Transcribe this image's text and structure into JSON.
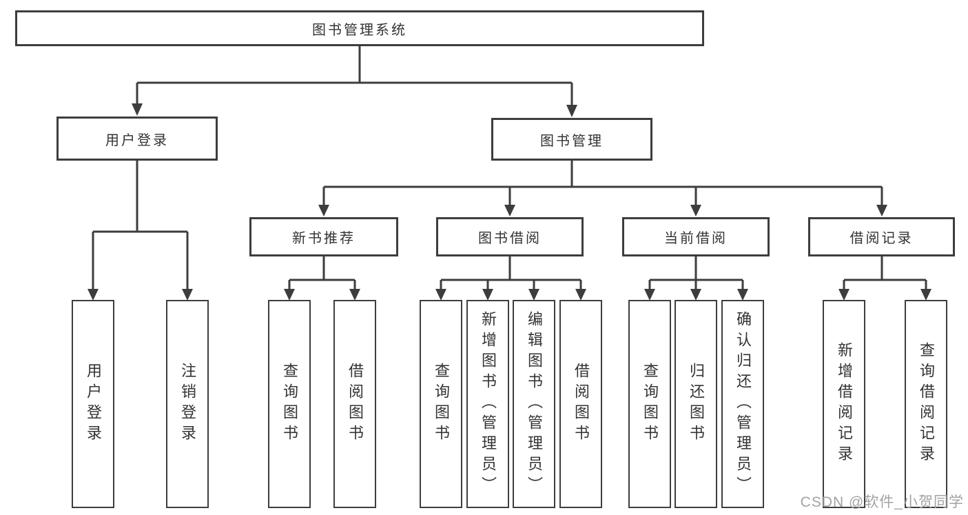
{
  "diagram": {
    "root": {
      "label": "图书管理系统"
    },
    "branches": [
      {
        "label": "用户登录",
        "children": [
          {
            "label": "用户登录"
          },
          {
            "label": "注销登录"
          }
        ]
      },
      {
        "label": "图书管理",
        "groups": [
          {
            "label": "新书推荐",
            "children": [
              {
                "label": "查询图书"
              },
              {
                "label": "借阅图书"
              }
            ]
          },
          {
            "label": "图书借阅",
            "children": [
              {
                "label": "查询图书"
              },
              {
                "label": "新增图书（管理员）"
              },
              {
                "label": "编辑图书（管理员）"
              },
              {
                "label": "借阅图书"
              }
            ]
          },
          {
            "label": "当前借阅",
            "children": [
              {
                "label": "查询图书"
              },
              {
                "label": "归还图书"
              },
              {
                "label": "确认归还（管理员）"
              }
            ]
          },
          {
            "label": "借阅记录",
            "children": [
              {
                "label": "新增借阅记录"
              },
              {
                "label": "查询借阅记录"
              }
            ]
          }
        ]
      }
    ]
  },
  "colors": {
    "line": "#3d3d3d",
    "box_border": "#3d3d3d",
    "text": "#333333",
    "watermark": "#a2a2a2",
    "background": "#ffffff"
  },
  "watermark": {
    "text": "CSDN @软件_小贺同学"
  }
}
